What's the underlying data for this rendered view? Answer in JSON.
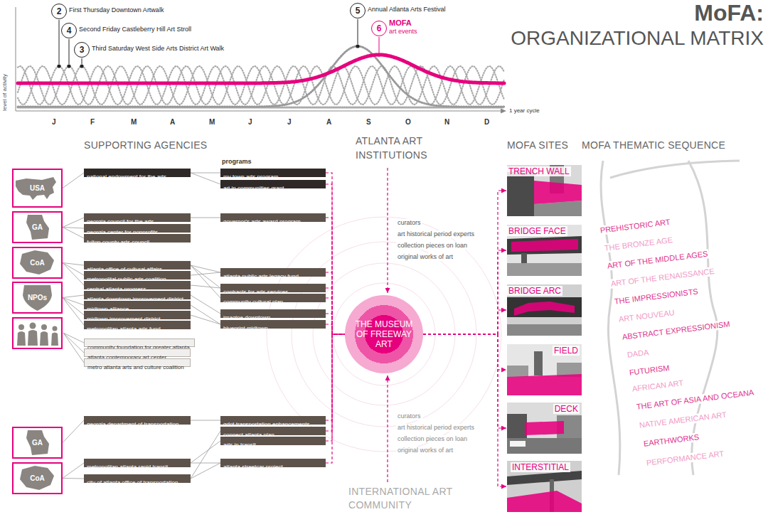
{
  "diagram": {
    "title": "MoFA:",
    "nodes": [
      {
        "text": [
          "2",
          "First Thursday Downtown Artwalk"
        ]
      },
      {
        "text": [
          "4",
          "Second Friday Castleberry Hill Art Stroll"
        ]
      },
      {
        "text": [
          "3",
          "Third Saturday West Side Arts District Art Walk"
        ]
      },
      {
        "text": [
          "5",
          "Annual Atlanta Arts Festival"
        ]
      },
      {
        "text": [
          "6",
          "MOFA",
          "art events"
        ]
      },
      {
        "text": [
          "USA"
        ]
      },
      {
        "text": [
          "GA"
        ]
      },
      {
        "text": [
          "CoA"
        ]
      },
      {
        "text": [
          "NPOs"
        ]
      },
      {
        "text": [
          "national endowment for the arts"
        ]
      },
      {
        "text": [
          "georgia council for the arts"
        ]
      },
      {
        "text": [
          "georgia center for nonprofits"
        ]
      },
      {
        "text": [
          "fulton county arts council"
        ]
      },
      {
        "text": [
          "atlanta office of cultural affairs"
        ]
      },
      {
        "text": [
          "metropolital public arts coalition"
        ]
      },
      {
        "text": [
          "central atlanta progress"
        ]
      },
      {
        "text": [
          "atlanta downtown improvement district"
        ]
      },
      {
        "text": [
          "midtown alliance"
        ]
      },
      {
        "text": [
          "midtown improvement district"
        ]
      },
      {
        "text": [
          "metropolitan atlanta arts fund"
        ]
      },
      {
        "text": [
          "community foundation for greater atlanta"
        ]
      },
      {
        "text": [
          "atlanta contemporary art center"
        ]
      },
      {
        "text": [
          "metro atlanta arts and culture coalition"
        ]
      },
      {
        "text": [
          "my town arts program"
        ]
      },
      {
        "text": [
          "art in communities grant"
        ]
      },
      {
        "text": [
          "governor's arts award program"
        ]
      },
      {
        "text": [
          "atlanta public arts legacy fund"
        ]
      },
      {
        "text": [
          "contracts for arts services"
        ]
      },
      {
        "text": [
          "community cultural plan"
        ]
      },
      {
        "text": [
          "imagine downtown"
        ]
      },
      {
        "text": [
          "blueprint midtown"
        ]
      },
      {
        "text": [
          "THE MUSEUM OF FREEWAY ART"
        ]
      },
      {
        "text": [
          "TRENCH WALL"
        ]
      },
      {
        "text": [
          "BRIDGE FACE"
        ]
      },
      {
        "text": [
          "BRIDGE ARC"
        ]
      },
      {
        "text": [
          "FIELD"
        ]
      },
      {
        "text": [
          "DECK"
        ]
      },
      {
        "text": [
          "INTERSTITIAL"
        ]
      },
      {
        "text": [
          "GA"
        ]
      },
      {
        "text": [
          "CoA"
        ]
      },
      {
        "text": [
          "georgia department of transportation"
        ]
      },
      {
        "text": [
          "metropolitan atlanta rapid transit"
        ]
      },
      {
        "text": [
          "city of atlanta office of transportation"
        ]
      },
      {
        "text": [
          "gdot transportation enhancements"
        ]
      },
      {
        "text": [
          "connect atlanta plan"
        ]
      },
      {
        "text": [
          "arts in transit"
        ]
      },
      {
        "text": [
          "atlanta streetcar project"
        ]
      }
    ],
    "edges": [
      {
        "from": 5,
        "to": 9,
        "arrow": "none"
      },
      {
        "from": 6,
        "to": 10,
        "arrow": "none"
      },
      {
        "from": 6,
        "to": 11,
        "arrow": "none"
      },
      {
        "from": 6,
        "to": 12,
        "arrow": "none"
      },
      {
        "from": 7,
        "to": 13,
        "arrow": "none"
      },
      {
        "from": 7,
        "to": 14,
        "arrow": "none"
      },
      {
        "from": 7,
        "to": 15,
        "arrow": "none"
      },
      {
        "from": 8,
        "to": 16,
        "arrow": "none"
      },
      {
        "from": 8,
        "to": 17,
        "arrow": "none"
      },
      {
        "from": 8,
        "to": 18,
        "arrow": "none"
      },
      {
        "from": 8,
        "to": 19,
        "arrow": "none"
      },
      {
        "from": 9,
        "to": 23,
        "arrow": "none"
      },
      {
        "from": 9,
        "to": 24,
        "arrow": "none"
      },
      {
        "from": 10,
        "to": 25,
        "arrow": "none"
      },
      {
        "from": 13,
        "to": 26,
        "arrow": "none"
      },
      {
        "from": 13,
        "to": 27,
        "arrow": "none"
      },
      {
        "from": 13,
        "to": 28,
        "arrow": "none"
      },
      {
        "from": 14,
        "to": 26,
        "arrow": "none"
      },
      {
        "from": 15,
        "to": 27,
        "arrow": "none"
      },
      {
        "from": 16,
        "to": 29,
        "arrow": "none"
      },
      {
        "from": 17,
        "to": 30,
        "arrow": "none"
      },
      {
        "from": 18,
        "to": 30,
        "arrow": "none"
      },
      {
        "from": 23,
        "to": 31,
        "arrow": "none"
      },
      {
        "from": 24,
        "to": 31,
        "arrow": "none"
      },
      {
        "from": 25,
        "to": 31,
        "arrow": "none"
      },
      {
        "from": 26,
        "to": 31,
        "arrow": "none"
      },
      {
        "from": 27,
        "to": 31,
        "arrow": "none"
      },
      {
        "from": 28,
        "to": 31,
        "arrow": "none"
      },
      {
        "from": 29,
        "to": 31,
        "arrow": "none"
      },
      {
        "from": 30,
        "to": 31,
        "arrow": "none"
      },
      {
        "from": 31,
        "to": 32,
        "arrow": "to"
      },
      {
        "from": 31,
        "to": 33,
        "arrow": "to"
      },
      {
        "from": 31,
        "to": 34,
        "arrow": "to"
      },
      {
        "from": 31,
        "to": 35,
        "arrow": "to"
      },
      {
        "from": 31,
        "to": 36,
        "arrow": "to"
      },
      {
        "from": 31,
        "to": 37,
        "arrow": "to"
      },
      {
        "from": 38,
        "to": 40,
        "arrow": "none"
      },
      {
        "from": 39,
        "to": 41,
        "arrow": "none"
      },
      {
        "from": 39,
        "to": 42,
        "arrow": "none"
      },
      {
        "from": 40,
        "to": 43,
        "arrow": "none"
      },
      {
        "from": 41,
        "to": 45,
        "arrow": "none"
      },
      {
        "from": 41,
        "to": 46,
        "arrow": "none"
      },
      {
        "from": 42,
        "to": 44,
        "arrow": "none"
      },
      {
        "from": 42,
        "to": 46,
        "arrow": "none"
      },
      {
        "from": 43,
        "to": 31,
        "arrow": "none"
      },
      {
        "from": 44,
        "to": 31,
        "arrow": "none"
      },
      {
        "from": 45,
        "to": 31,
        "arrow": "none"
      },
      {
        "from": 46,
        "to": 31,
        "arrow": "none"
      }
    ],
    "labels": [
      "ORGANIZATIONAL MATRIX",
      "level of activity",
      "1 year cycle",
      "J",
      "F",
      "M",
      "A",
      "M",
      "J",
      "J",
      "A",
      "S",
      "O",
      "N",
      "D",
      "SUPPORTING AGENCIES",
      "programs",
      "ATLANTA ART INSTITUTIONS",
      "MOFA SITES",
      "MOFA THEMATIC SEQUENCE",
      "curators",
      "art historical period experts",
      "collection pieces on loan",
      "original works of art",
      "curators",
      "art historical period experts",
      "collection pieces on loan",
      "original works of art",
      "INTERNATIONAL ART COMMUNITY",
      "PREHISTORIC ART",
      "THE BRONZE AGE",
      "ART OF THE MIDDLE AGES",
      "ART OF THE RENAISSANCE",
      "THE IMPRESSIONISTS",
      "ART NOUVEAU",
      "ABSTRACT EXPRESSIONISM",
      "DADA",
      "FUTURISM",
      "AFRICAN ART",
      "THE ART OF ASIA AND OCEANA",
      "NATIVE AMERICAN ART",
      "EARTHWORKS",
      "PERFORMANCE ART"
    ]
  }
}
